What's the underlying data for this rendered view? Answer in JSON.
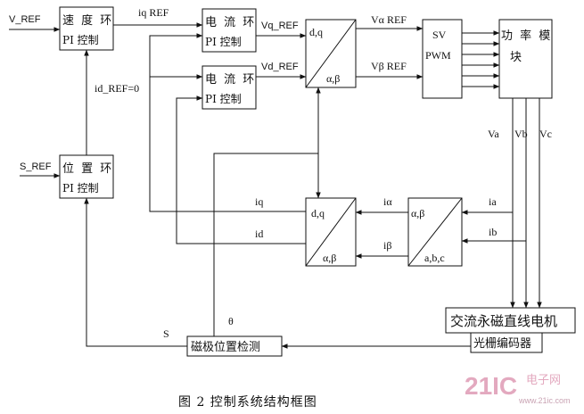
{
  "blocks": {
    "speed": {
      "line1": "速 度 环",
      "line2": "PI 控制"
    },
    "position": {
      "line1": "位 置 环",
      "line2": "PI 控制"
    },
    "current_q": {
      "line1": "电 流 环",
      "line2": "PI 控制"
    },
    "current_d": {
      "line1": "电 流 环",
      "line2": "PI 控制"
    },
    "inv_park": {
      "top": "d,q",
      "bottom": "α,β"
    },
    "svpwm": {
      "line1": "SV",
      "line2": "PWM"
    },
    "power": {
      "line1": "功 率 模",
      "line2": "块"
    },
    "park": {
      "top": "d,q",
      "bottom": "α,β"
    },
    "clarke": {
      "top": "α,β",
      "bottom": "a,b,c"
    },
    "motor": {
      "label": "交流永磁直线电机"
    },
    "encoder": {
      "label": "光栅编码器"
    },
    "pole_detect": {
      "label": "磁极位置检测"
    }
  },
  "signals": {
    "v_ref": "V_REF",
    "s_ref": "S_REF",
    "iq_ref": "iq REF",
    "id_ref": "id_REF=0",
    "vq_ref": "Vq_REF",
    "vd_ref": "Vd_REF",
    "valpha_ref": "Vα REF",
    "vbeta_ref": "Vβ REF",
    "va": "Va",
    "vb": "Vb",
    "vc": "Vc",
    "iq": "iq",
    "id": "id",
    "ialpha": "iα",
    "ibeta": "iβ",
    "ia": "ia",
    "ib": "ib",
    "theta": "θ",
    "s": "S"
  },
  "caption": "图 2   控制系统结构框图",
  "watermark": {
    "logo": "21IC",
    "text": "电子网",
    "url": "www.21ic.com"
  }
}
